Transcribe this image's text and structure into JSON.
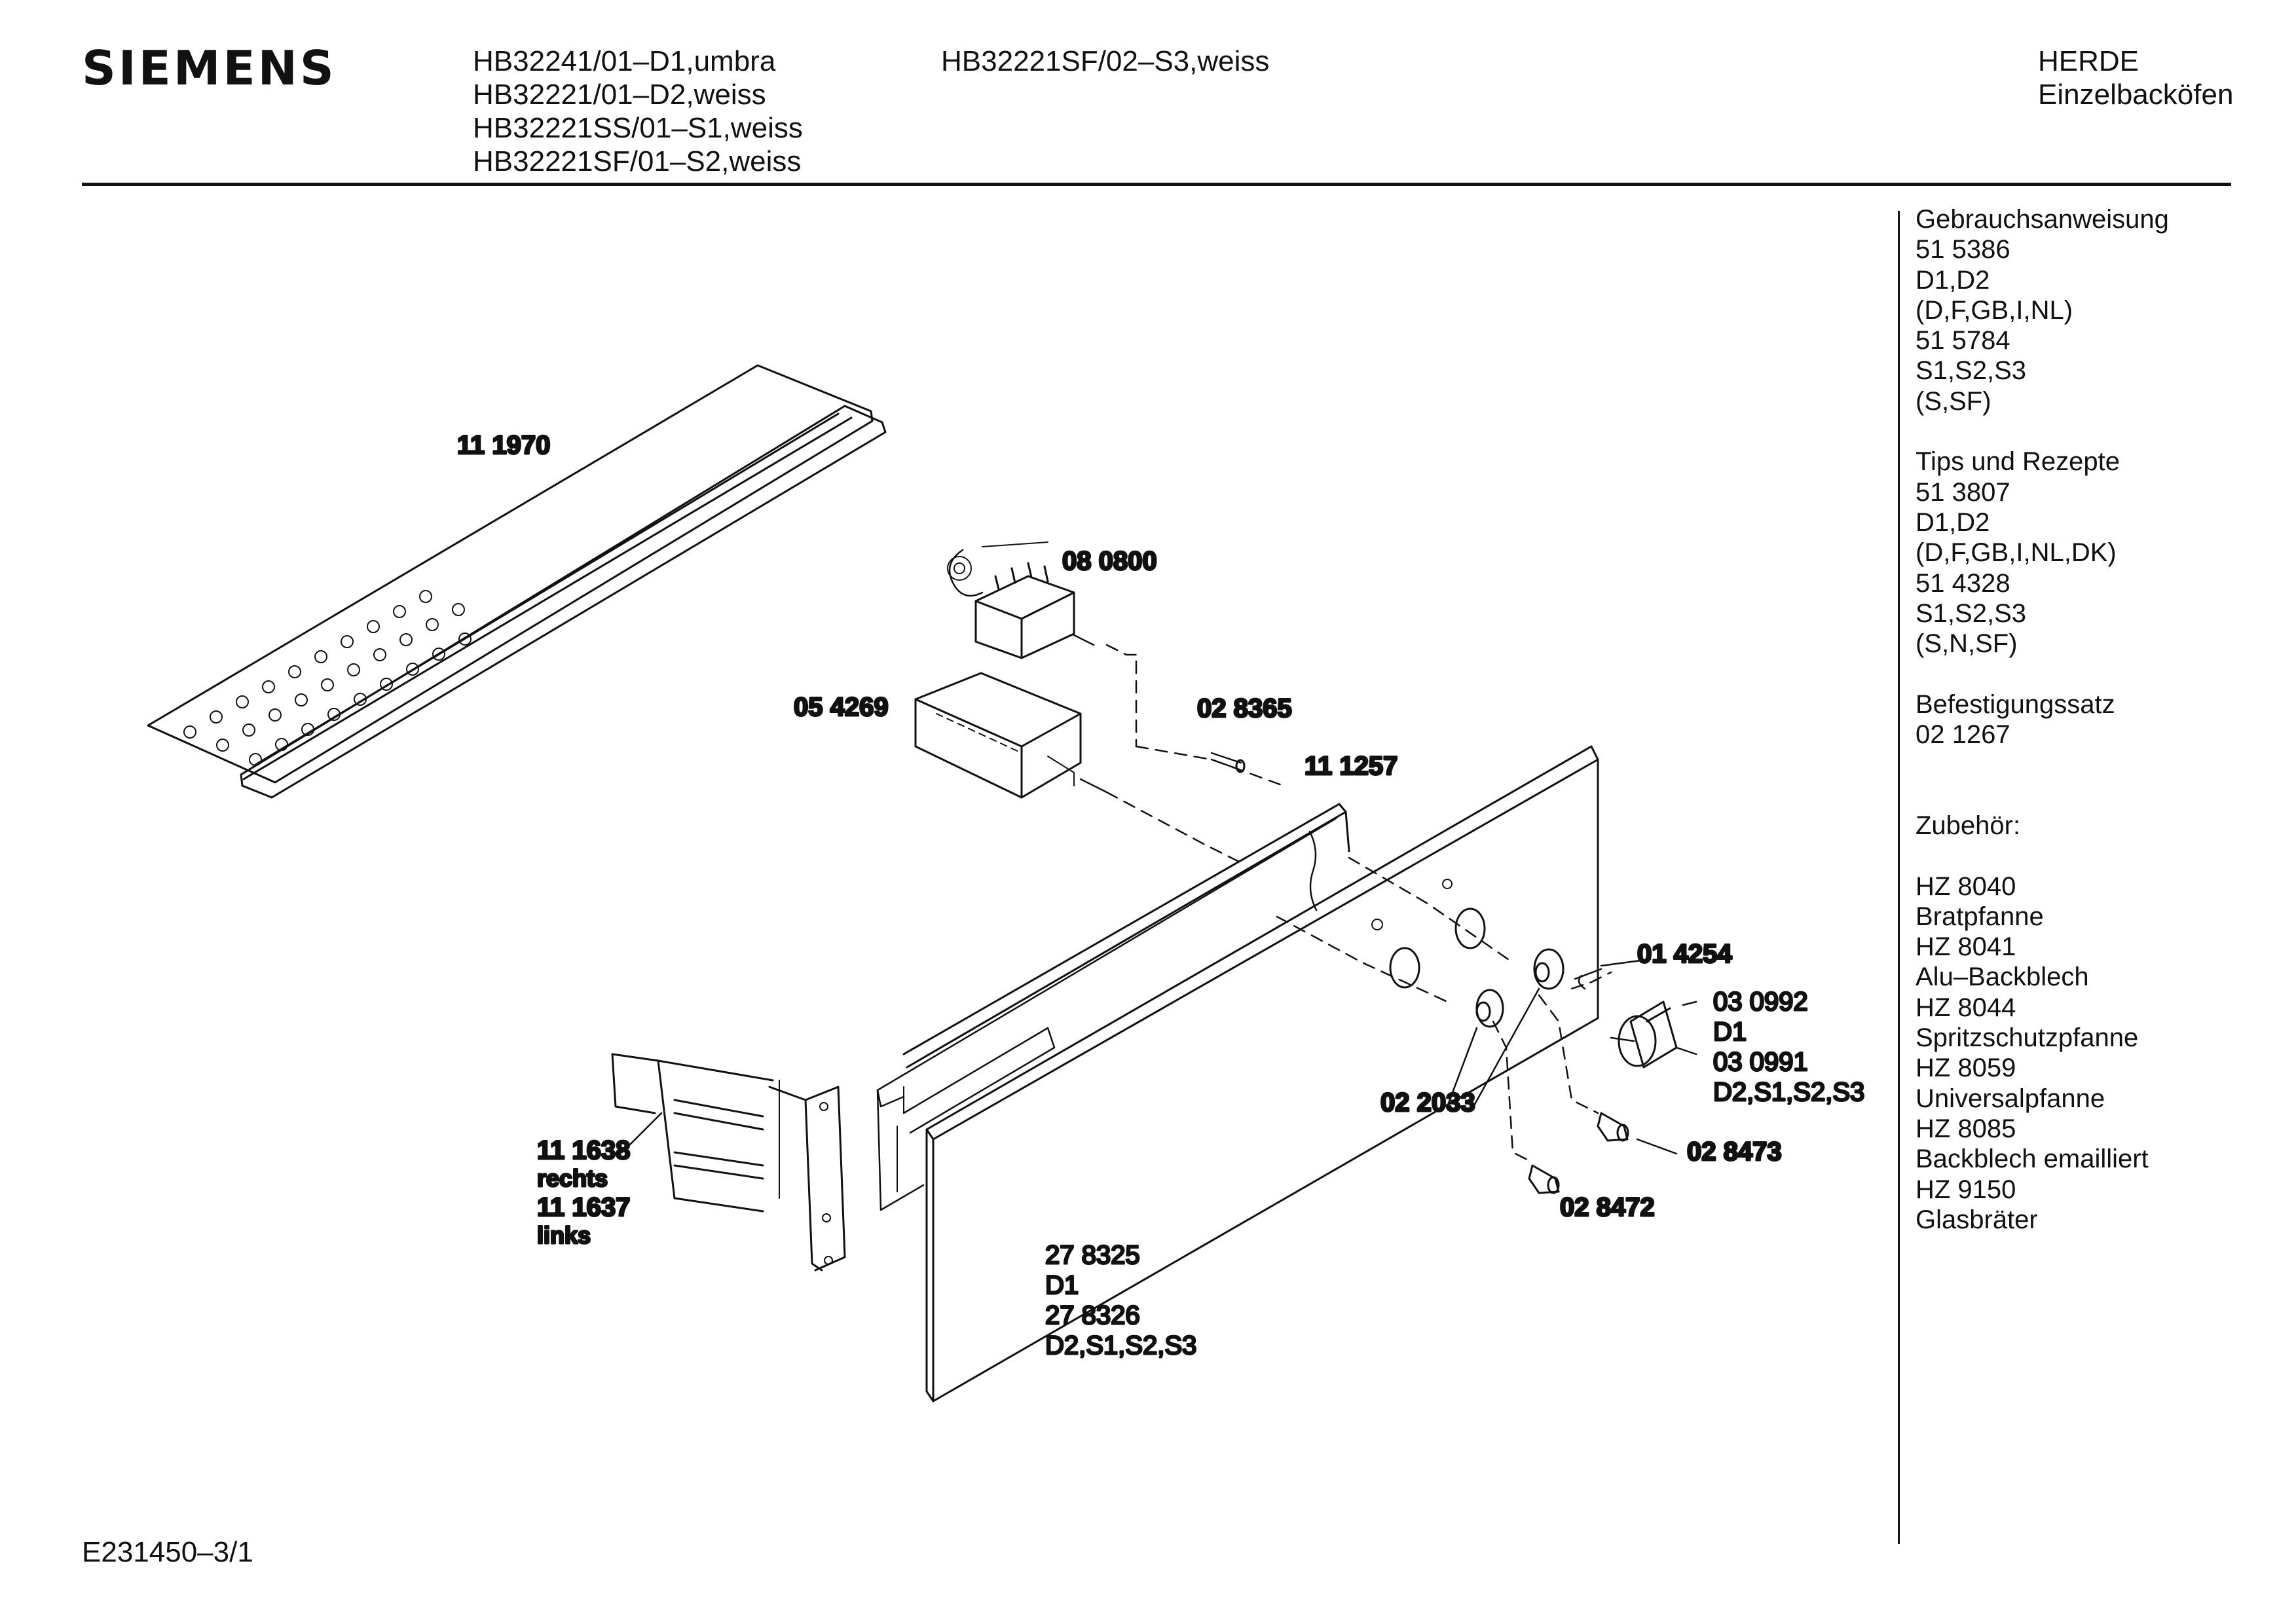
{
  "header": {
    "brand": "SIEMENS",
    "models_col1": [
      "HB32241/01–D1,umbra",
      "HB32221/01–D2,weiss",
      "HB32221SS/01–S1,weiss",
      "HB32221SF/01–S2,weiss"
    ],
    "models_col2": [
      "HB32221SF/02–S3,weiss"
    ],
    "category": [
      "HERDE",
      "Einzelbacköfen"
    ]
  },
  "sidebar": {
    "groups": [
      {
        "lines": [
          "Gebrauchsanweisung",
          "51 5386",
          "D1,D2",
          "(D,F,GB,I,NL)",
          "51 5784",
          "S1,S2,S3",
          "(S,SF)"
        ]
      },
      {
        "lines": [
          "Tips und Rezepte",
          "51 3807",
          "D1,D2",
          "(D,F,GB,I,NL,DK)",
          "51 4328",
          "S1,S2,S3",
          "(S,N,SF)"
        ]
      },
      {
        "lines": [
          "Befestigungssatz",
          "02 1267"
        ]
      },
      {
        "lines": [
          "Zubehör:"
        ]
      },
      {
        "lines": [
          "HZ 8040",
          "Bratpfanne",
          "HZ 8041",
          "Alu–Backblech",
          "HZ 8044",
          "Spritzschutzpfanne",
          "HZ 8059",
          "Universalpfanne",
          "HZ 8085",
          "Backblech emailliert",
          "HZ 9150",
          "Glasbräter"
        ]
      }
    ]
  },
  "parts": {
    "p111970": "11 1970",
    "p080800": "08 0800",
    "p054269": "05 4269",
    "p028365": "02 8365",
    "p111257": "11 1257",
    "p014254": "01 4254",
    "p030992": "03 0992",
    "p030992_var": "D1",
    "p030991": "03 0991",
    "p030991_var": "D2,S1,S2,S3",
    "p022033": "02 2033",
    "p028473": "02 8473",
    "p028472": "02 8472",
    "p111638": "11 1638",
    "p111638_side": "rechts",
    "p111637": "11 1637",
    "p111637_side": "links",
    "p278325": "27 8325",
    "p278325_var": "D1",
    "p278326": "27 8326",
    "p278326_var": "D2,S1,S2,S3"
  },
  "footer": {
    "doc_id": "E231450–3/1"
  }
}
